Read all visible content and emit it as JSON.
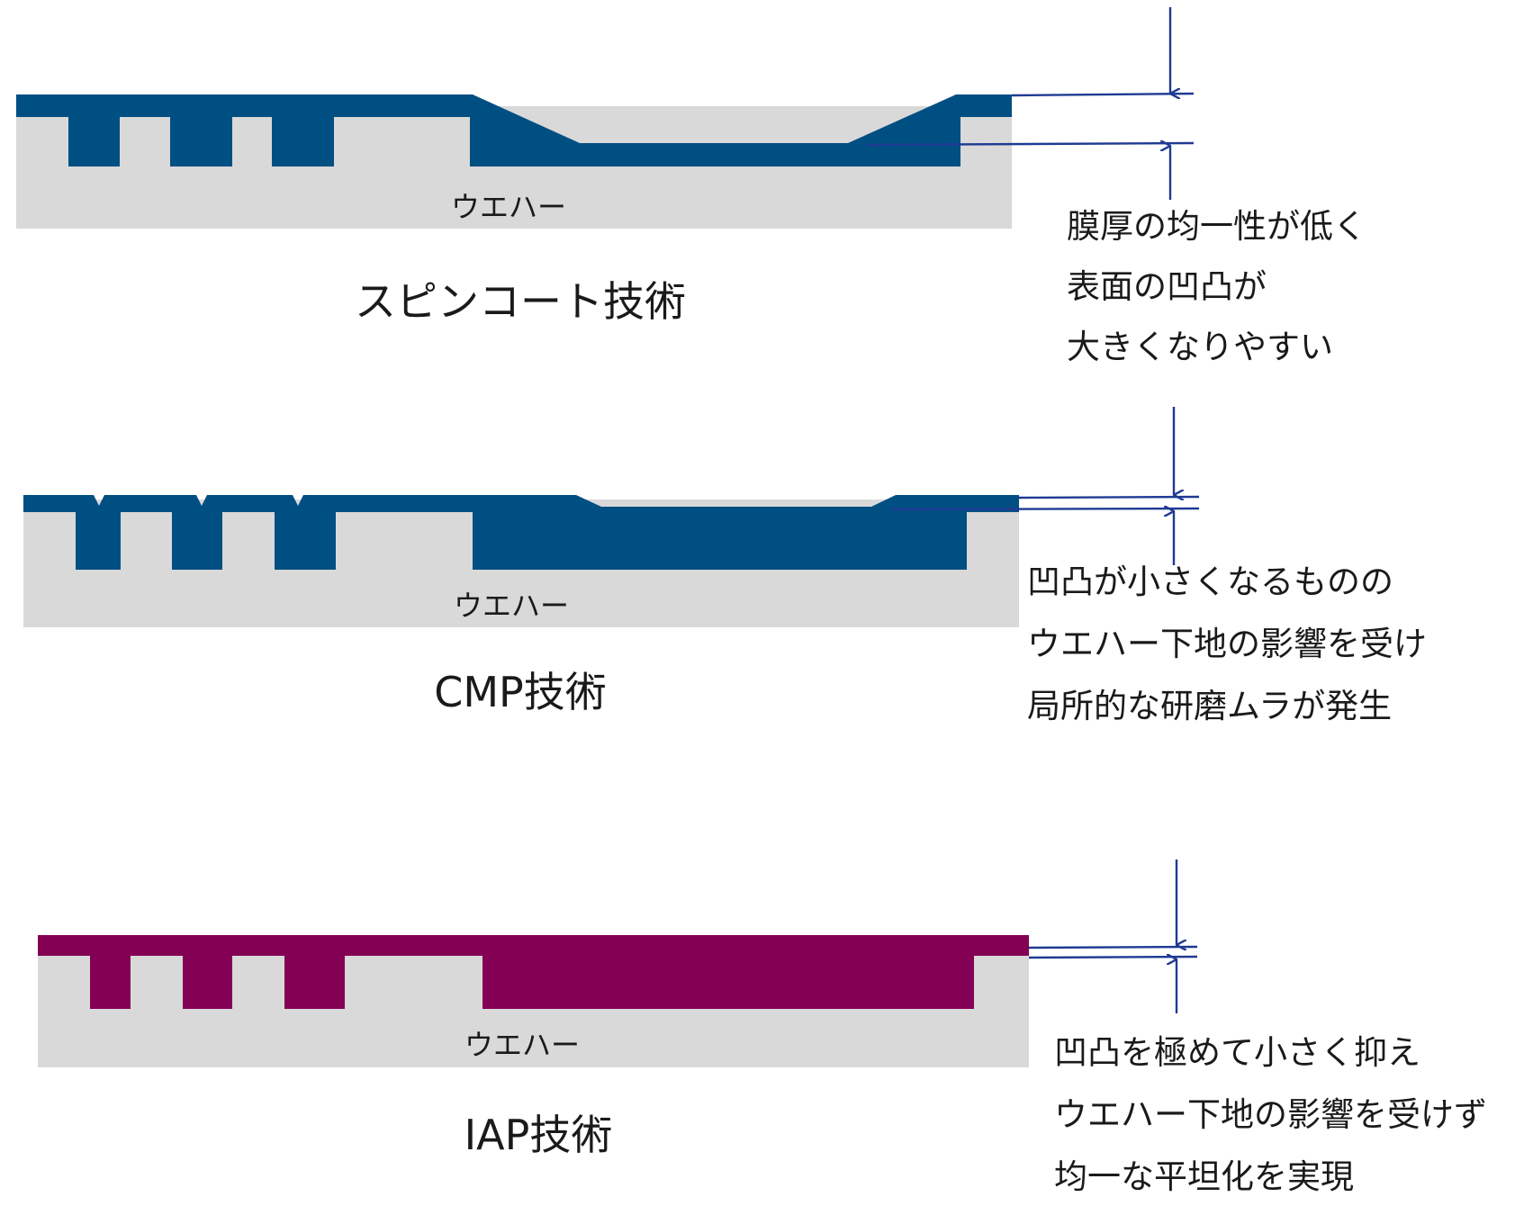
{
  "colors": {
    "wafer": "#d9d9d9",
    "blue_film": "#004f82",
    "iap_film": "#840055",
    "dim_line": "#1f3a93"
  },
  "panels": [
    {
      "id": "spin",
      "wafer_label": "ウエハー",
      "title": "スピンコート技術",
      "notes": [
        "膜厚の均一性が低く",
        "表面の凹凸が",
        "大きくなりやすい"
      ]
    },
    {
      "id": "cmp",
      "wafer_label": "ウエハー",
      "title": "CMP技術",
      "notes": [
        "凹凸が小さくなるものの",
        "ウエハー下地の影響を受け",
        "局所的な研磨ムラが発生"
      ]
    },
    {
      "id": "iap",
      "wafer_label": "ウエハー",
      "title": "IAP技術",
      "notes": [
        "凹凸を極めて小さく抑え",
        "ウエハー下地の影響を受けず",
        "均一な平坦化を実現"
      ]
    }
  ]
}
